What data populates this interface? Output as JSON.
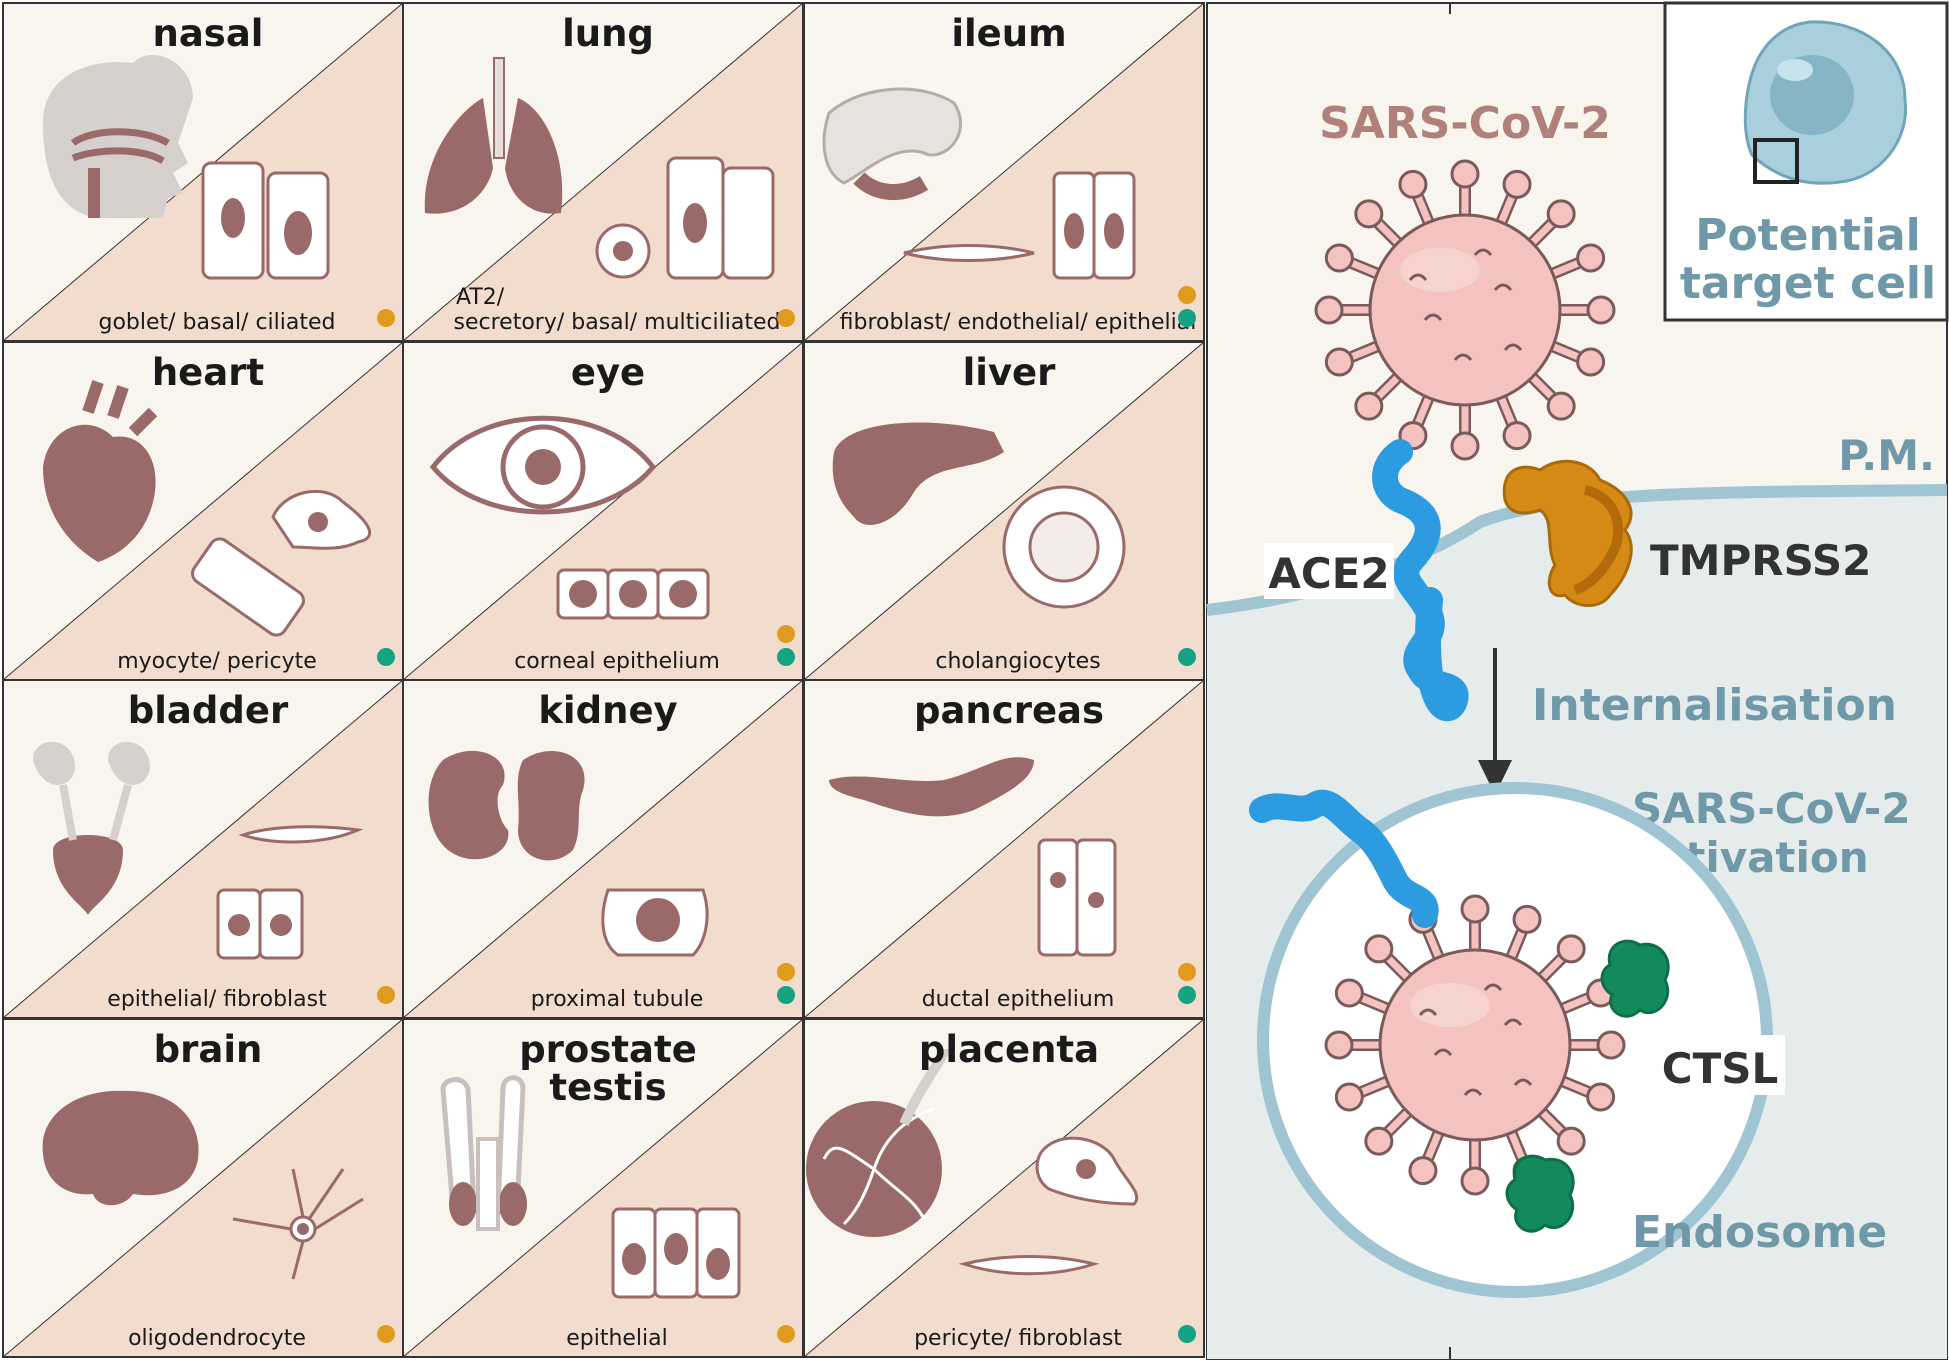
{
  "tiles": [
    {
      "name": "nasal",
      "cells": [
        "goblet/ basal/ ciliated"
      ],
      "dots": [
        "orange"
      ]
    },
    {
      "name": "lung",
      "cells": [
        "AT2/",
        "secretory/ basal/ multiciliated"
      ],
      "dots": [
        "orange"
      ]
    },
    {
      "name": "ileum",
      "cells": [
        "fibroblast/ endothelial/ epithelial"
      ],
      "dots": [
        "orange",
        "green"
      ]
    },
    {
      "name": "heart",
      "cells": [
        "myocyte/ pericyte"
      ],
      "dots": [
        "green"
      ]
    },
    {
      "name": "eye",
      "cells": [
        "corneal epithelium"
      ],
      "dots": [
        "orange",
        "green"
      ]
    },
    {
      "name": "liver",
      "cells": [
        "cholangiocytes"
      ],
      "dots": [
        "green"
      ]
    },
    {
      "name": "bladder",
      "cells": [
        "epithelial/ fibroblast"
      ],
      "dots": [
        "orange"
      ]
    },
    {
      "name": "kidney",
      "cells": [
        "proximal tubule"
      ],
      "dots": [
        "orange",
        "green"
      ]
    },
    {
      "name": "pancreas",
      "cells": [
        "ductal epithelium"
      ],
      "dots": [
        "orange",
        "green"
      ]
    },
    {
      "name": "brain",
      "cells": [
        "oligodendrocyte"
      ],
      "dots": [
        "orange"
      ]
    },
    {
      "name": "prostate testis",
      "name_lines": [
        "prostate",
        "testis"
      ],
      "cells": [
        "epithelial"
      ],
      "dots": [
        "orange"
      ]
    },
    {
      "name": "placenta",
      "cells": [
        "pericyte/ fibroblast"
      ],
      "dots": [
        "green"
      ]
    }
  ],
  "pathway": {
    "virus_label": "SARS-CoV-2",
    "inset_title_lines": [
      "Potential",
      "target cell"
    ],
    "membrane_label": "P.M.",
    "receptor_label": "ACE2",
    "protease_label": "TMPRSS2",
    "step_label": "Internalisation",
    "activation_lines": [
      "SARS-CoV-2",
      "activation"
    ],
    "cathepsin_label": "CTSL",
    "compartment_label": "Endosome"
  },
  "colors": {
    "orange_dot": "#e09a1e",
    "green_dot": "#14a383",
    "tile_light": "#f8f4ee",
    "tile_shade": "#f2dccd",
    "organ": "#9a6a6a",
    "virus": "#f4c3c0",
    "ace2": "#2c9be0",
    "tmprss2": "#d48a14",
    "ctsl": "#138a5c",
    "membrane": "#9fc4d2",
    "cytoplasm": "#e6ecec",
    "blue_text": "#6f98a8",
    "virus_text": "#b0807a"
  }
}
